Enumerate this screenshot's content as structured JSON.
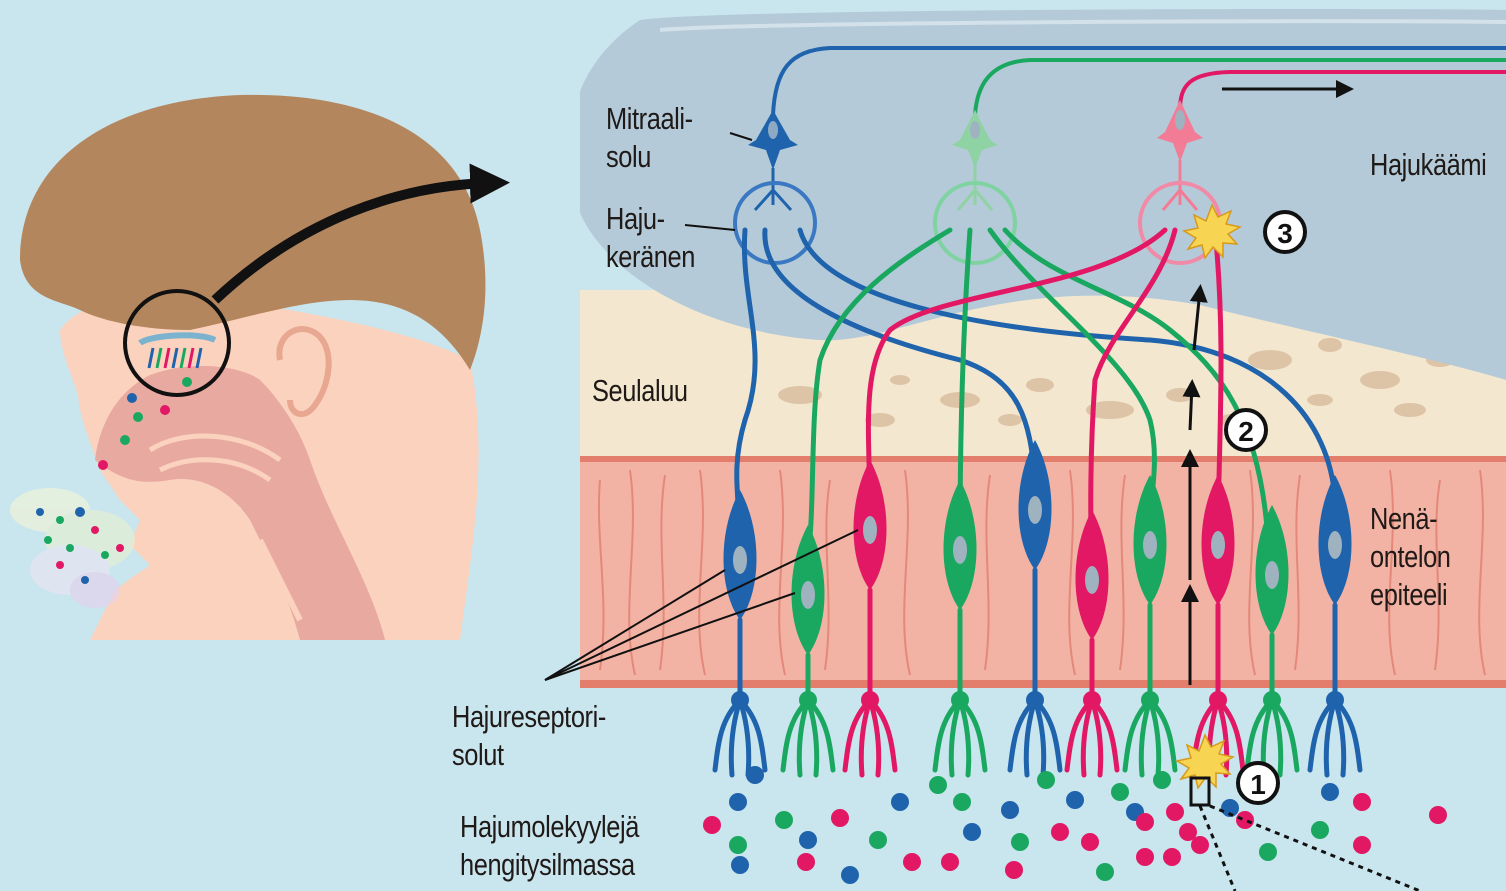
{
  "labels": {
    "mitral_1": "Mitraali-",
    "mitral_2": "solu",
    "glom_1": "Haju-",
    "glom_2": "keränen",
    "bone": "Seulaluu",
    "bulb": "Hajukäämi",
    "epi_1": "Nenä-",
    "epi_2": "ontelon",
    "epi_3": "epiteeli",
    "recep_1": "Hajureseptori-",
    "recep_2": "solut",
    "mol_1": "Hajumolekyylejä",
    "mol_2": "hengitysilmassa"
  },
  "steps": [
    "1",
    "2",
    "3"
  ],
  "colors": {
    "blue": "#1f63ad",
    "green": "#1aa860",
    "red": "#e21864",
    "bulb": "#b4cad8",
    "bone": "#f3e8cf",
    "epithelium": "#f3b3a4",
    "skin": "#fbd2be",
    "hair": "#b4865d",
    "background": "#c9e5ee"
  }
}
